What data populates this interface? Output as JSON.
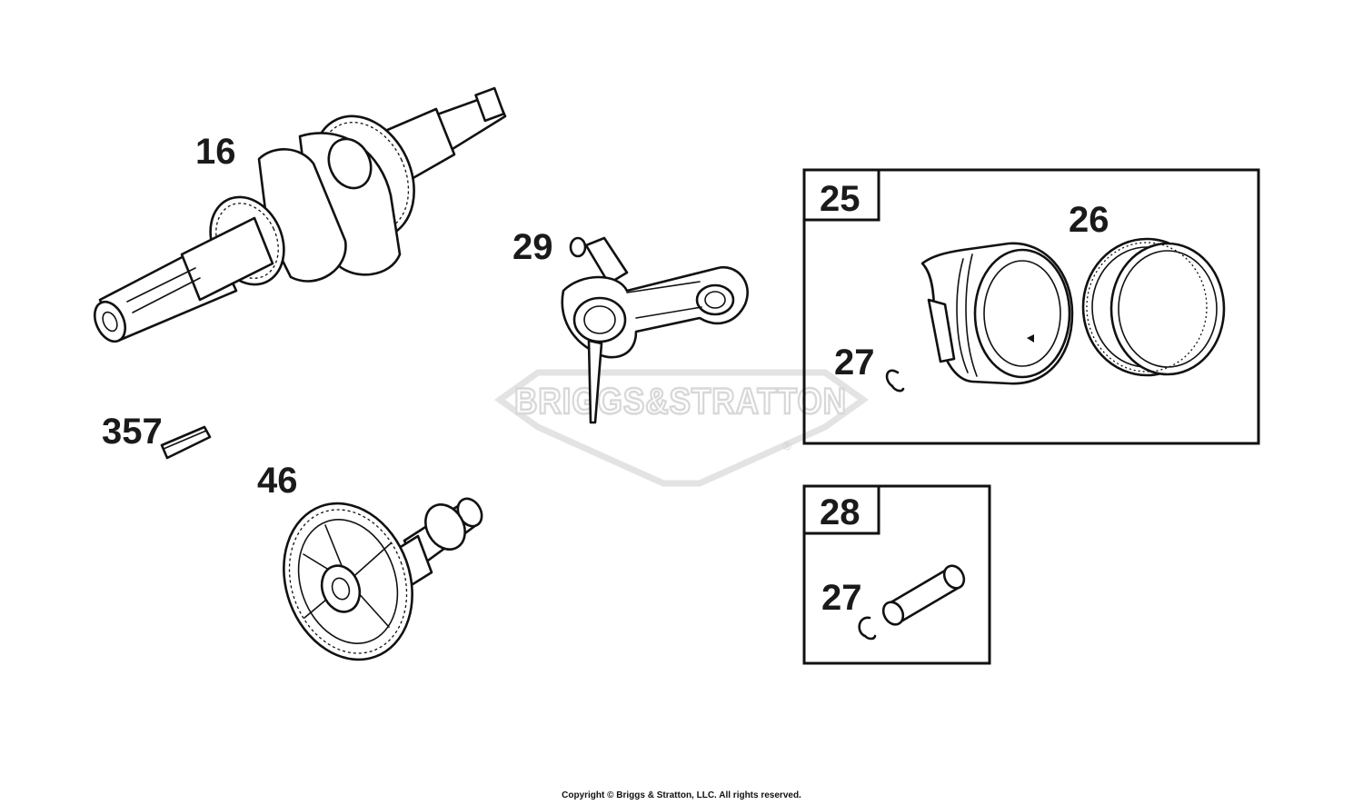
{
  "diagram": {
    "callouts": {
      "crankshaft": "16",
      "connecting_rod": "29",
      "key": "357",
      "camshaft": "46",
      "piston_assembly_box": "25",
      "piston_rings": "26",
      "clip_upper": "27",
      "pin_kit_box": "28",
      "clip_lower": "27"
    },
    "watermark": {
      "text": "BRIGGS&STRATTON",
      "registered_mark": "®"
    }
  },
  "footer": {
    "copyright": "Copyright © Briggs & Stratton, LLC. All rights reserved."
  }
}
